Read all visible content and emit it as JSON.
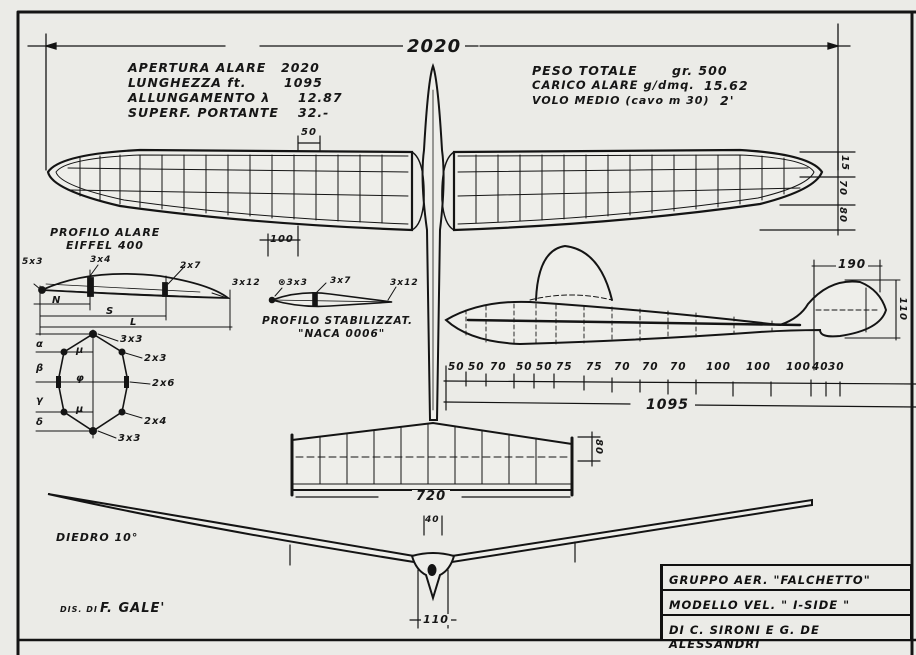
{
  "colors": {
    "paper": "#ebebe7",
    "ink": "#141414"
  },
  "overall_span": "2020",
  "specs_left": [
    {
      "label": "APERTURA ALARE",
      "value": "2020"
    },
    {
      "label": "LUNGHEZZA ft.",
      "value": "1095"
    },
    {
      "label": "ALLUNGAMENTO λ",
      "value": "12.87"
    },
    {
      "label": "SUPERF. PORTANTE",
      "value": "32.-"
    }
  ],
  "specs_right": [
    {
      "label": "PESO TOTALE",
      "value": "gr. 500"
    },
    {
      "label": "CARICO ALARE g/dmq.",
      "value": "15.62"
    },
    {
      "label": "VOLO MEDIO (cavo m 30)",
      "value": "2'"
    }
  ],
  "wing_dims": {
    "rib_spacing": "50",
    "center_chord_offset": "100",
    "tip_dims": [
      "15",
      "70",
      "80"
    ]
  },
  "wing_profile": {
    "title_line1": "PROFILO ALARE",
    "title_line2": "EIFFEL 400",
    "spars": [
      "5x3",
      "3x4",
      "2x7",
      "3x12"
    ],
    "stations": [
      "N",
      "S",
      "L"
    ]
  },
  "stab_profile": {
    "title_line1": "PROFILO STABILIZZAT.",
    "title_line2": "\"NACA 0006\"",
    "spars": [
      "⊗3x3",
      "3x7",
      "3x12"
    ]
  },
  "fuselage_section": {
    "angles": [
      "α",
      "β",
      "γ",
      "δ"
    ],
    "labels": [
      "μ",
      "φ",
      "μ"
    ],
    "stringers": [
      "3x3",
      "2x3",
      "2x6",
      "2x4",
      "3x3"
    ]
  },
  "fuselage_side": {
    "nose_length": "190",
    "nose_height": "110",
    "segments": [
      "50",
      "50",
      "70",
      "50",
      "50",
      "75",
      "75",
      "70",
      "70",
      "70",
      "100",
      "100",
      "100",
      "40",
      "30"
    ],
    "total_length": "1095"
  },
  "stabilizer": {
    "span": "720",
    "tip_chord": "80"
  },
  "front_view": {
    "dihedral_label": "DIEDRO 10°",
    "pylon_width": "40",
    "fuselage_width": "110"
  },
  "drawn_by": {
    "prefix": "DIS. DI",
    "name": "F. GALE'"
  },
  "title_block": [
    "GRUPPO AER. \"FALCHETTO\"",
    "MODELLO VEL. \" I-SIDE \"",
    "DI C. SIRONI E G. DE ALESSANDRI"
  ]
}
